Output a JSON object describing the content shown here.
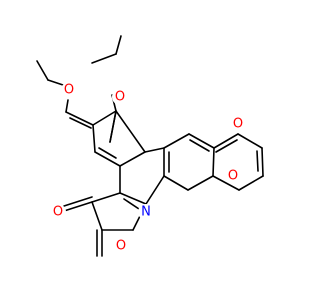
{
  "molecule": {
    "colors": {
      "bond": "#000000",
      "oxygen": "#ff0000",
      "nitrogen": "#0000ff",
      "background": "#ffffff"
    },
    "atoms": [
      {
        "id": "O1",
        "element": "O",
        "label": "O"
      },
      {
        "id": "O2",
        "element": "O",
        "label": "O"
      },
      {
        "id": "O3",
        "element": "O",
        "label": "O"
      },
      {
        "id": "O4",
        "element": "O",
        "label": "O"
      },
      {
        "id": "O5",
        "element": "O",
        "label": "O"
      },
      {
        "id": "O6",
        "element": "O",
        "label": "O"
      },
      {
        "id": "N1",
        "element": "N",
        "label": "N"
      }
    ]
  }
}
